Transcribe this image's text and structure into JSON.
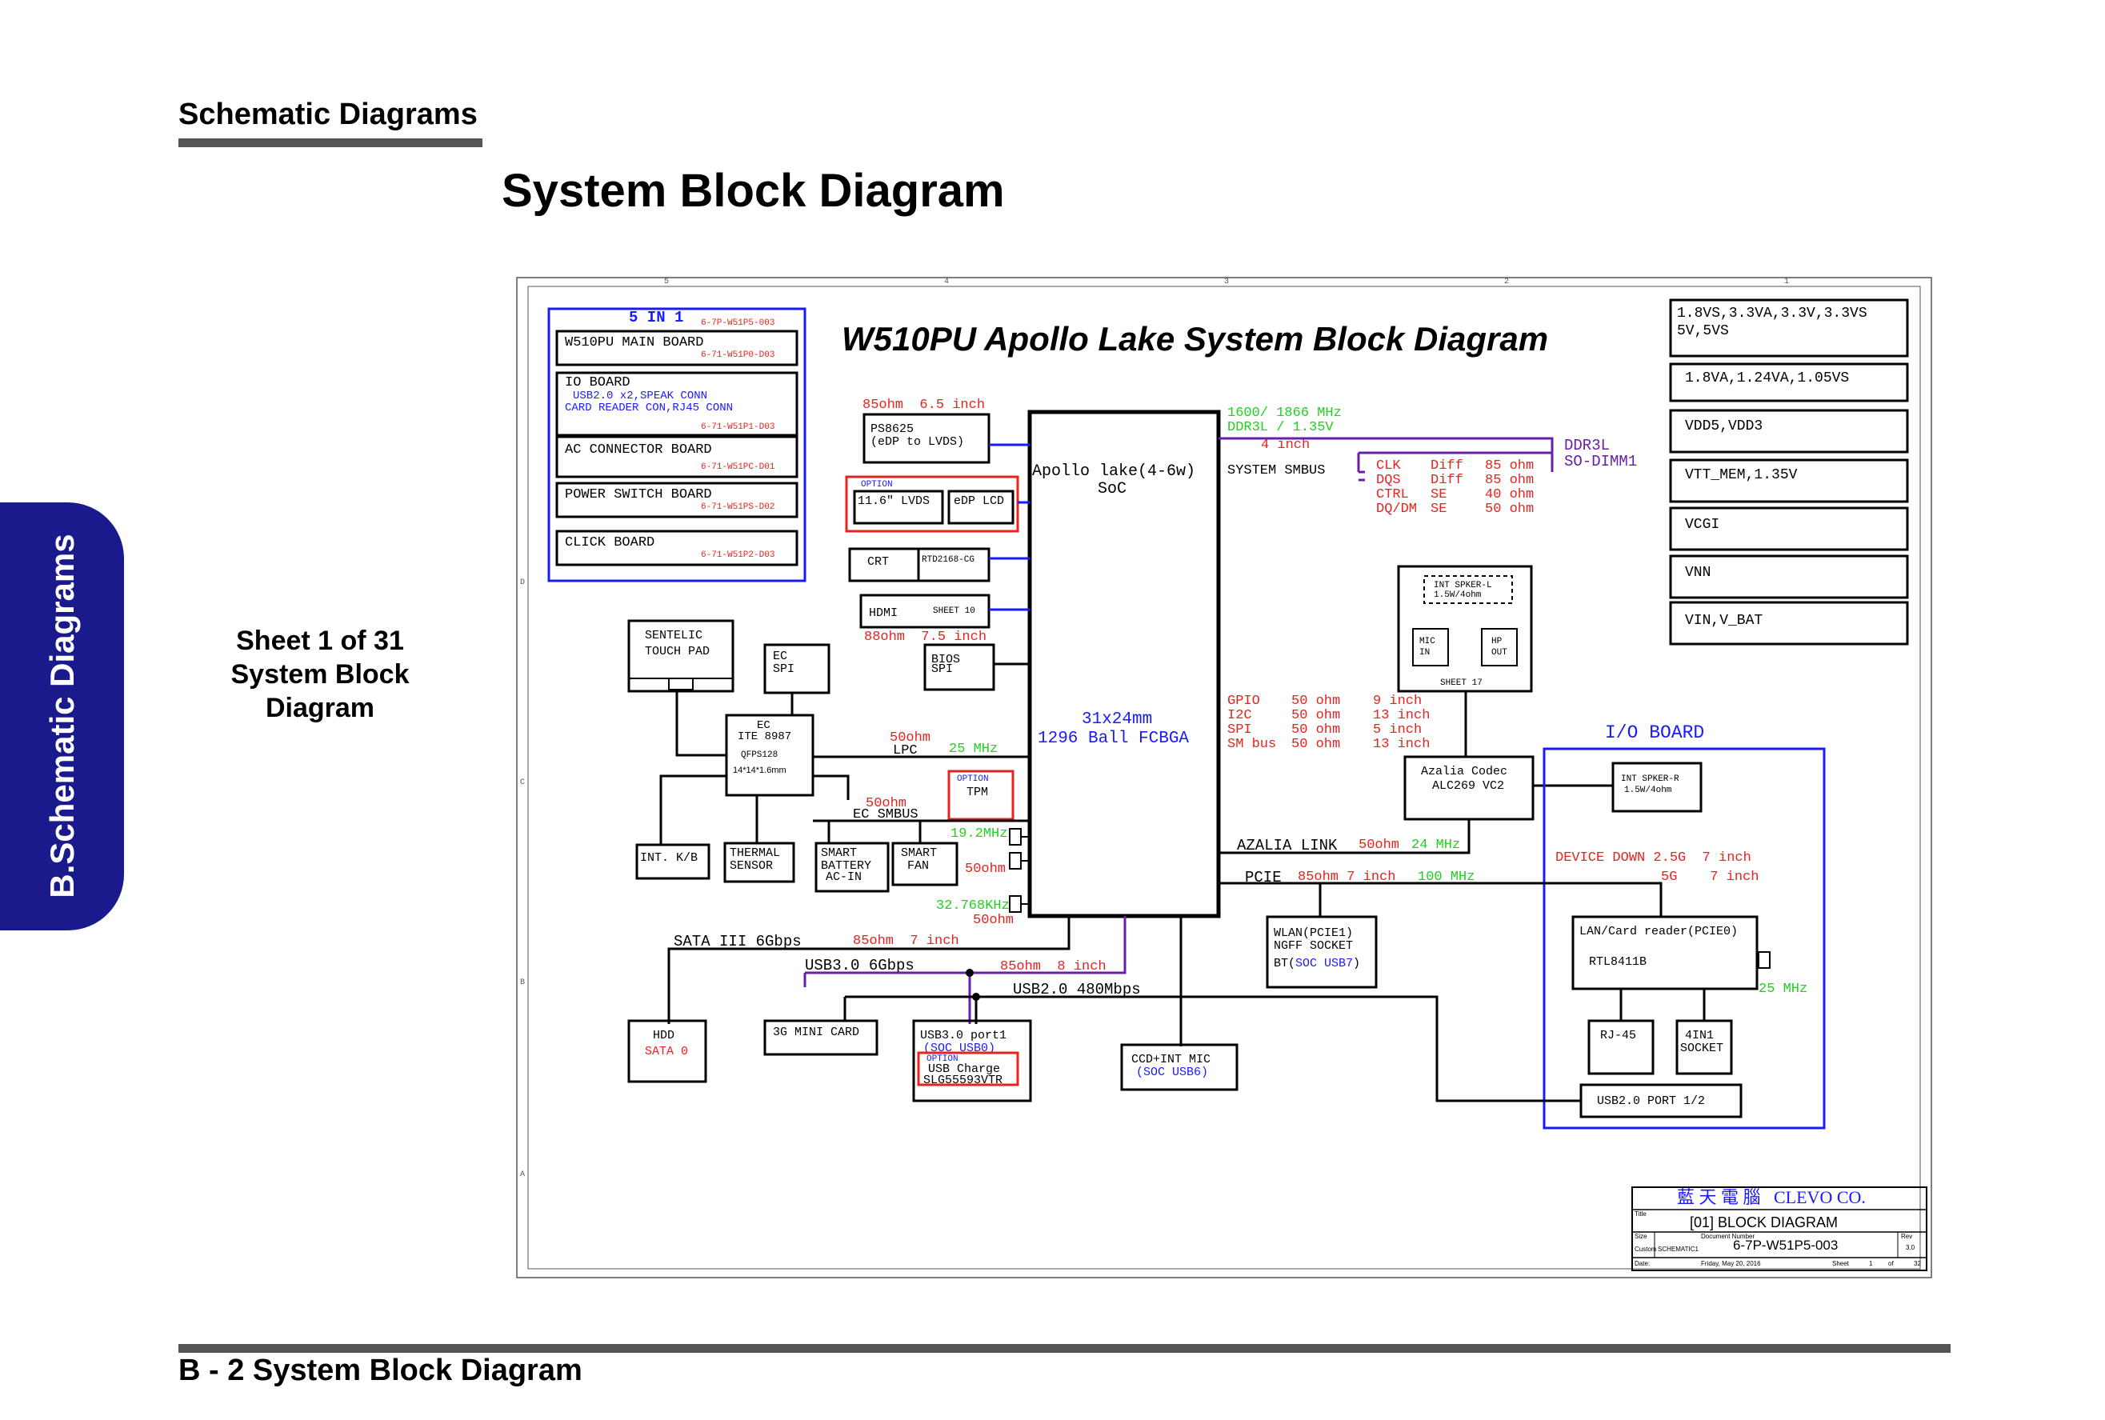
{
  "header": {
    "section": "Schematic  Diagrams",
    "title": "System Block Diagram",
    "side_tab": "B.Schematic Diagrams",
    "sheet_info": [
      "Sheet 1 of 31",
      "System Block",
      "Diagram"
    ],
    "footer": "B - 2   System Block Diagram"
  },
  "colors": {
    "black": "#000000",
    "red": "#e8231f",
    "blue": "#1a1aff",
    "green": "#1fd11f",
    "purple": "#6a1fa8",
    "tab": "#1a1a8c"
  },
  "diagram": {
    "title": "W510PU Apollo Lake System Block Diagram",
    "boards": {
      "group_title": "5 IN 1",
      "group_pn": "6-7P-W51P5-003",
      "main": "W510PU MAIN BOARD",
      "main_pn": "6-71-W51P0-D03",
      "io": "IO BOARD",
      "io_desc1": "USB2.0 x2,SPEAK CONN",
      "io_desc2": "CARD READER CON,RJ45 CONN",
      "io_pn": "6-71-W51P1-D03",
      "ac": "AC CONNECTOR BOARD",
      "ac_pn": "6-71-W51PC-D01",
      "power": "POWER SWITCH BOARD",
      "power_pn": "6-71-W51PS-D02",
      "click": "CLICK BOARD",
      "click_pn": "6-71-W51P2-D03"
    },
    "power_rails": [
      "1.8VS,3.3VA,3.3V,3.3VS",
      "5V,5VS",
      "1.8VA,1.24VA,1.05VS",
      "VDD5,VDD3",
      "VTT_MEM,1.35V",
      "VCGI",
      "VNN",
      "VIN,V_BAT"
    ],
    "soc": {
      "name1": "Apollo lake(4-6w)",
      "name2": "SoC",
      "pkg1": "31x24mm",
      "pkg2": "1296 Ball FCBGA"
    },
    "display": {
      "ps_spec": "85ohm  6.5 inch",
      "ps_name": "PS8625",
      "ps_desc": "(eDP to LVDS)",
      "option": "OPTION",
      "lvds": "11.6\" LVDS",
      "edp": "eDP LCD",
      "crt": "CRT",
      "crt_chip": "RTD2168-CG",
      "hdmi": "HDMI",
      "hdmi_sheet": "SHEET 10",
      "hdmi_spec": "88ohm  7.5 inch"
    },
    "memory": {
      "freq": "1600/ 1866 MHz",
      "type": "DDR3L / 1.35V",
      "len": "4 inch",
      "smbus": "SYSTEM SMBUS",
      "dimm1": "DDR3L",
      "dimm2": "SO-DIMM1",
      "sig": [
        [
          "CLK",
          "Diff",
          "85 ohm"
        ],
        [
          "DQS",
          "Diff",
          "85 ohm"
        ],
        [
          "CTRL",
          "SE",
          "40 ohm"
        ],
        [
          "DQ/DM",
          "SE",
          "50 ohm"
        ]
      ]
    },
    "left": {
      "touchpad1": "SENTELIC",
      "touchpad2": "TOUCH PAD",
      "ec_spi1": "EC",
      "ec_spi2": "SPI",
      "bios1": "BIOS",
      "bios2": "SPI",
      "ec1": "EC",
      "ec2": "ITE 8987",
      "ec3": "QFPS128",
      "ec4": "14*14*1.6mm",
      "lpc_spec": "50ohm",
      "lpc": "LPC",
      "lpc_freq": "25 MHz",
      "tpm_opt": "OPTION",
      "tpm": "TPM",
      "ecsmb_spec": "50ohm",
      "ecsmb": "EC SMBUS",
      "kb": "INT. K/B",
      "thermal1": "THERMAL",
      "thermal2": "SENSOR",
      "batt1": "SMART",
      "batt2": "BATTERY",
      "batt3": "AC-IN",
      "fan1": "SMART",
      "fan2": "FAN",
      "x1": "19.2MHz",
      "x1_ohm": "50ohm",
      "x2": "32.768KHz",
      "x2_ohm": "50ohm"
    },
    "gpio": [
      [
        "GPIO",
        "50 ohm",
        "9 inch"
      ],
      [
        "I2C",
        "50 ohm",
        "13 inch"
      ],
      [
        "SPI",
        "50 ohm",
        "5 inch"
      ],
      [
        "SM bus",
        "50 ohm",
        "13 inch"
      ]
    ],
    "audio": {
      "spk_l1": "INT SPKER-L",
      "spk_l2": "1.5W/4ohm",
      "mic1": "MIC",
      "mic2": "IN",
      "hp1": "HP",
      "hp2": "OUT",
      "sheet": "SHEET 17",
      "codec1": "Azalia Codec",
      "codec2": "ALC269 VC2",
      "spk_r1": "INT SPKER-R",
      "spk_r2": "1.5W/4ohm",
      "link": "AZALIA LINK",
      "link_spec": "50ohm",
      "link_freq": "24 MHz"
    },
    "io_board": {
      "title": "I/O BOARD",
      "dd1": "DEVICE DOWN 2.5G  7 inch",
      "dd2": "5G    7 inch",
      "lan1": "LAN/Card reader(PCIE0)",
      "lan2": "RTL8411B",
      "lan_freq": "25 MHz",
      "rj45": "RJ-45",
      "sock1": "4IN1",
      "sock2": "SOCKET",
      "usb": "USB2.0 PORT 1/2"
    },
    "pcie": {
      "label": "PCIE",
      "spec": "85ohm 7 inch",
      "freq": "100 MHz"
    },
    "wlan": {
      "l1": "WLAN(PCIE1)",
      "l2": "NGFF SOCKET",
      "l3a": "BT(",
      "l3b": "SOC USB7",
      "l3c": ")"
    },
    "buses": {
      "sata": "SATA III 6Gbps",
      "sata_spec": "85ohm  7 inch",
      "usb3": "USB3.0 6Gbps",
      "usb3_spec": "85ohm  8 inch",
      "usb2": "USB2.0 480Mbps"
    },
    "bottom": {
      "hdd1": "HDD",
      "hdd2": "SATA 0",
      "card3g": "3G MINI CARD",
      "usb3_1": "USB3.0 port1",
      "usb3_2": "(SOC USB0)",
      "usb3_opt": "OPTION",
      "usb3_3": "USB Charge",
      "usb3_4": "SLG55593VTR",
      "ccd1": "CCD+INT MIC",
      "ccd2": "(SOC USB6)"
    },
    "title_block": {
      "company": "藍 天 電 腦   CLEVO CO.",
      "title_lbl": "Title",
      "title": "[01] BLOCK DIAGRAM",
      "size_lbl": "Size",
      "size": "Custom",
      "doc_lbl": "Document Number",
      "doc_sub": "SCHEMATIC1",
      "doc": "6-7P-W51P5-003",
      "rev_lbl": "Rev",
      "rev": "3.0",
      "date_lbl": "Date:",
      "date": "Friday, May 20, 2016",
      "sheet_lbl": "Sheet",
      "sheet": "1",
      "of_lbl": "of",
      "of": "32"
    },
    "border_marks": {
      "top": [
        "5",
        "4",
        "3",
        "2",
        "1"
      ],
      "side": [
        "D",
        "C",
        "B",
        "A"
      ]
    }
  }
}
